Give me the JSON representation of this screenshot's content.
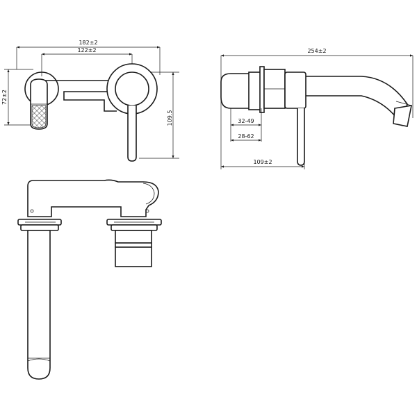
{
  "drawing": {
    "front_view": {
      "dim_overall_width": "182±2",
      "dim_center_distance": "122±2",
      "dim_height_left": "72±2",
      "dim_height_right": "109.5"
    },
    "side_view": {
      "dim_overall_length": "254±2",
      "dim_wall_range_1": "32-49",
      "dim_wall_range_2": "28-62",
      "dim_projection": "109±2"
    }
  }
}
